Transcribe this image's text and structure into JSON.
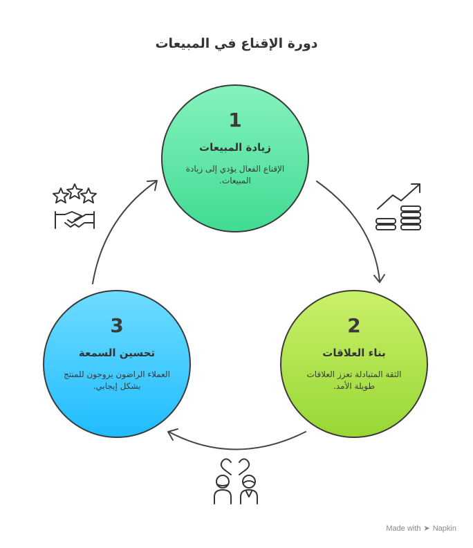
{
  "title": "دورة الإقناع في المبيعات",
  "nodes": [
    {
      "number": "1",
      "heading": "زيادة المبيعات",
      "description": "الإقناع الفعال يؤدي إلى زيادة المبيعات.",
      "color": "#4cde99"
    },
    {
      "number": "2",
      "heading": "بناء العلاقات",
      "description": "الثقة المتبادلة تعزز العلاقات طويلة الأمد.",
      "color": "#a5e03f"
    },
    {
      "number": "3",
      "heading": "تحسين السمعة",
      "description": "العملاء الراضون يروجون للمنتج بشكل إيجابي.",
      "color": "#2ec3ff"
    }
  ],
  "icons": [
    "growth-chart-coins-icon",
    "people-heart-icon",
    "stars-handshake-icon"
  ],
  "footer": {
    "made_with": "Made with",
    "brand": "Napkin"
  }
}
